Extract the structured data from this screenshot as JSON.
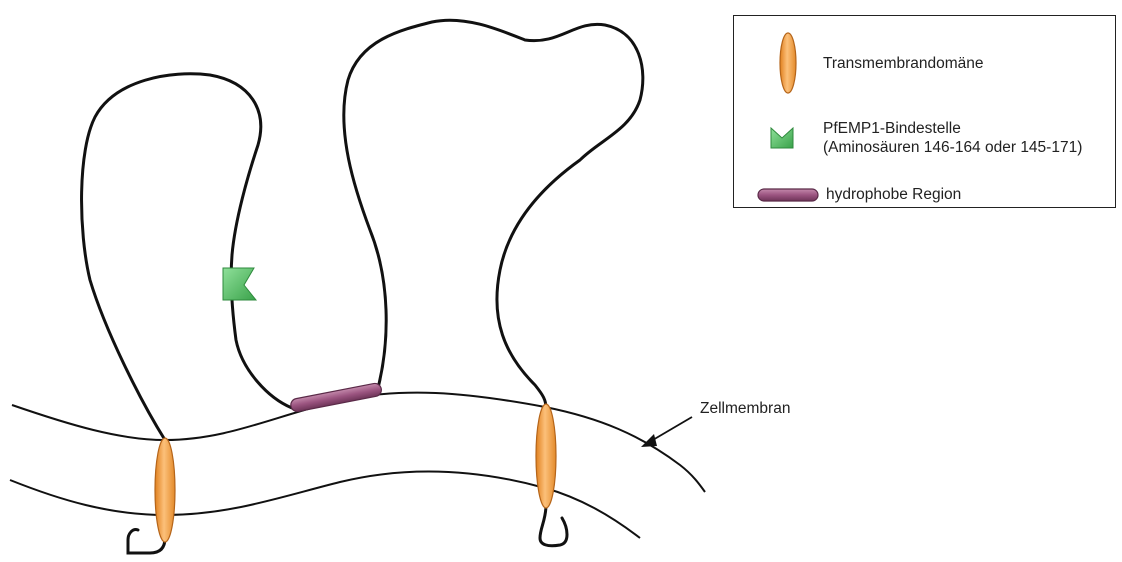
{
  "legend": {
    "transmembrane_label": "Transmembrandomäne",
    "binding_site_line1": "PfEMP1-Bindestelle",
    "binding_site_line2": "(Aminosäuren 146-164 oder 145-171)",
    "hydrophobic_label": "hydrophobe Region"
  },
  "annotations": {
    "membrane_label": "Zellmembran"
  },
  "colors": {
    "transmembrane": "#f5a34a",
    "binding_site": "#5cc46a",
    "hydrophobic": "#9b5480",
    "line": "#111111"
  }
}
